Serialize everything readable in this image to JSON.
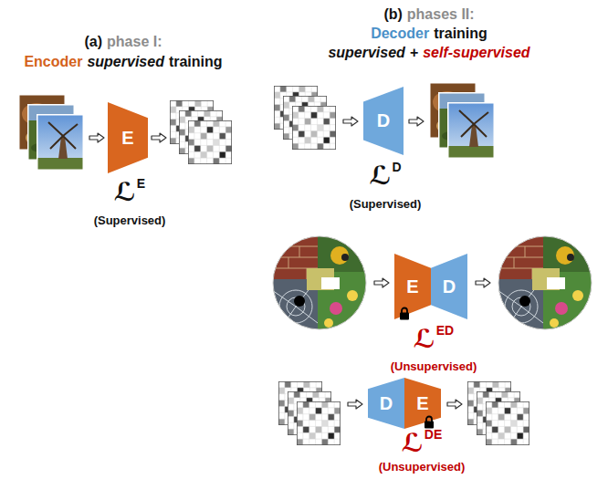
{
  "diagram": {
    "nodes": [
      {
        "text": [
          "E"
        ]
      },
      {
        "text": [
          "D"
        ]
      },
      {
        "text": [
          "E"
        ]
      },
      {
        "text": [
          "D"
        ]
      },
      {
        "text": [
          "D"
        ]
      },
      {
        "text": [
          "E"
        ]
      }
    ],
    "labels": [
      "(a)",
      "phase I:",
      "Encoder",
      "supervised",
      "training",
      "ℒ",
      "E",
      "(Supervised)",
      "(b)",
      "phases II:",
      "Decoder",
      "training",
      "supervised",
      "+",
      "self-supervised",
      "ℒ",
      "D",
      "(Supervised)",
      "ℒ",
      "ED",
      "(Unsupervised)",
      "ℒ",
      "DE",
      "(Unsupervised)"
    ]
  }
}
